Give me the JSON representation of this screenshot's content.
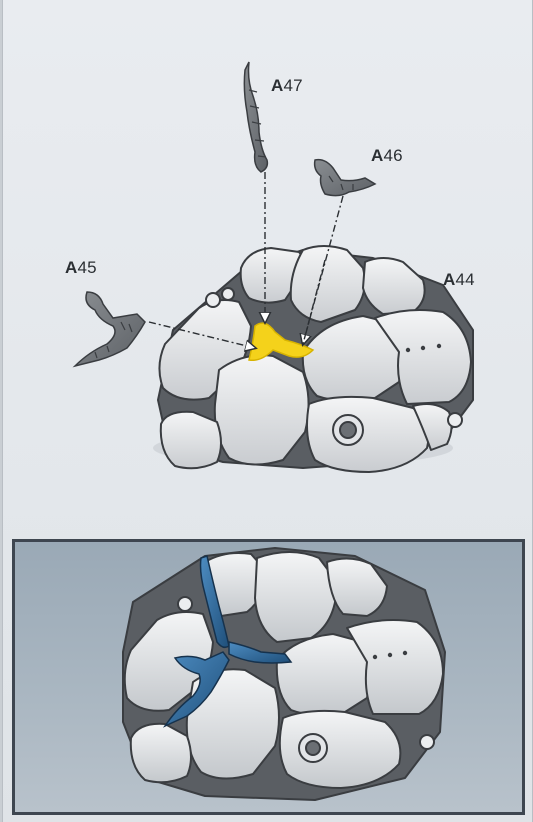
{
  "parts": {
    "base": {
      "letter": "A",
      "number": "44"
    },
    "branch_left": {
      "letter": "A",
      "number": "45"
    },
    "branch_right": {
      "letter": "A",
      "number": "46"
    },
    "branch_top": {
      "letter": "A",
      "number": "47"
    }
  },
  "colors": {
    "highlight": "#f4d21b",
    "branch_assembled": "#2f6ea3",
    "frame": "#3e4650"
  }
}
